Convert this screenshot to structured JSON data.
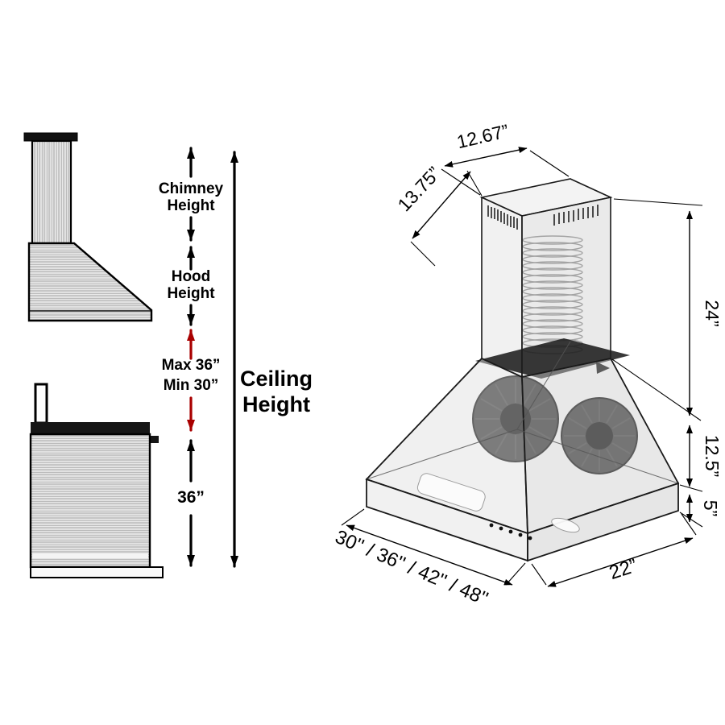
{
  "left_panel": {
    "chimney_height_line1": "Chimney",
    "chimney_height_line2": "Height",
    "hood_height_line1": "Hood",
    "hood_height_line2": "Height",
    "max_label": "Max 36”",
    "min_label": "Min 30”",
    "ceiling_line1": "Ceiling",
    "ceiling_line2": "Height",
    "distance_label": "36”"
  },
  "right_panel": {
    "dim_chimney_width": "12.67”",
    "dim_chimney_depth": "13.75”",
    "dim_upper_height": "24”",
    "dim_hood_height": "12.5”",
    "dim_base_height": "5”",
    "dim_widths": "30'' / 36'' / 42'' / 48''",
    "dim_depth": "22”"
  },
  "colors": {
    "accent_red": "#a90000",
    "line_black": "#000000"
  }
}
